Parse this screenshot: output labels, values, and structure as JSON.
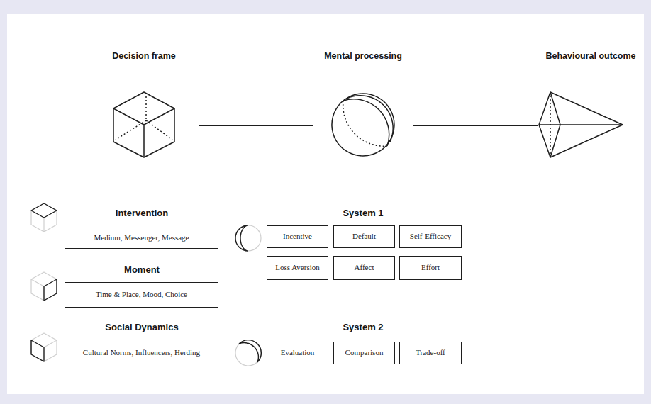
{
  "diagram": {
    "nodes": [
      {
        "text": [
          "Decision frame"
        ]
      },
      {
        "text": [
          "Mental processing"
        ]
      },
      {
        "text": [
          "Behavioural outcome"
        ]
      },
      {
        "text": [
          "Medium, Messenger, Message"
        ]
      },
      {
        "text": [
          "Incentive"
        ]
      },
      {
        "text": [
          "Default"
        ]
      },
      {
        "text": [
          "Self-Efficacy"
        ]
      },
      {
        "text": [
          "Loss Aversion"
        ]
      },
      {
        "text": [
          "Affect"
        ]
      },
      {
        "text": [
          "Effort"
        ]
      },
      {
        "text": [
          "Time & Place, Mood, Choice"
        ]
      },
      {
        "text": [
          "Cultural Norms, Influencers, Herding"
        ]
      },
      {
        "text": [
          "Evaluation"
        ]
      },
      {
        "text": [
          "Comparison"
        ]
      },
      {
        "text": [
          "Trade-off"
        ]
      }
    ],
    "edges": [
      {
        "from": 0,
        "to": 1,
        "arrow": "none"
      },
      {
        "from": 1,
        "to": 2,
        "arrow": "none"
      }
    ],
    "labels": [
      "Intervention",
      "System 1",
      "Moment",
      "Social Dynamics",
      "System 2"
    ]
  }
}
